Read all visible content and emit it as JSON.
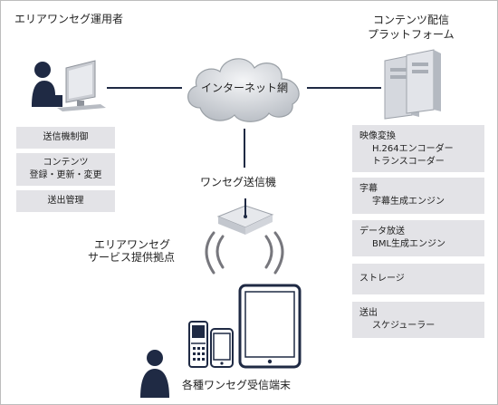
{
  "operator": {
    "title": "エリアワンセグ運用者",
    "functions": [
      {
        "lines": [
          "送信機制御"
        ]
      },
      {
        "lines": [
          "コンテンツ",
          "登録・更新・変更"
        ]
      },
      {
        "lines": [
          "送出管理"
        ]
      }
    ]
  },
  "network": {
    "label": "インターネット網"
  },
  "platform": {
    "title_line1": "コンテンツ配信",
    "title_line2": "プラットフォーム",
    "functions": [
      {
        "head": "映像変換",
        "sub": [
          "H.264エンコーダー",
          "トランスコーダー"
        ]
      },
      {
        "head": "字幕",
        "sub": [
          "字幕生成エンジン"
        ]
      },
      {
        "head": "データ放送",
        "sub": [
          "BML生成エンジン"
        ]
      },
      {
        "head": "ストレージ",
        "sub": []
      },
      {
        "head": "送出",
        "sub": [
          "スケジューラー"
        ]
      }
    ]
  },
  "transmitter": {
    "label": "ワンセグ送信機"
  },
  "service_point": {
    "line1": "エリアワンセグ",
    "line2": "サービス提供拠点"
  },
  "receivers": {
    "label": "各種ワンセグ受信端末"
  },
  "colors": {
    "dark": "#1f2a44",
    "box": "#e3e3e7",
    "line": "#1f2a44",
    "wave": "#77777d",
    "cloud": "#9aa0a6"
  }
}
